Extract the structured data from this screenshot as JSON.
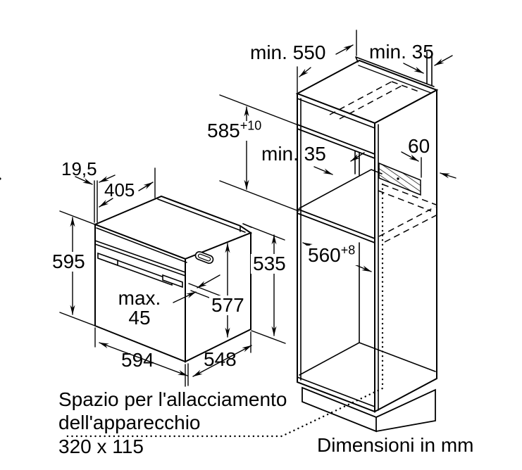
{
  "diagram": {
    "dims": {
      "cabinet_depth": "min. 550",
      "wall_gap_top": "min. 35",
      "niche_height": "585",
      "niche_height_tol": "+10",
      "back_clearance": "min. 35",
      "vent_strip": "60",
      "top_offset": "19,5",
      "top_depth": "405",
      "oven_height": "595",
      "handle_max_word": "max.",
      "handle_max_value": "45",
      "door_height": "577",
      "case_height": "535",
      "oven_width": "594",
      "oven_depth": "548",
      "niche_width": "560",
      "niche_width_tol": "+8"
    },
    "notes": {
      "connection_space_line1": "Spazio per l'allacciamento",
      "connection_space_line2": "dell'apparecchio",
      "connection_space_line3": "320 x 115",
      "units_note": "Dimensioni in mm"
    },
    "colors": {
      "line": "#000000",
      "background": "#ffffff"
    }
  }
}
